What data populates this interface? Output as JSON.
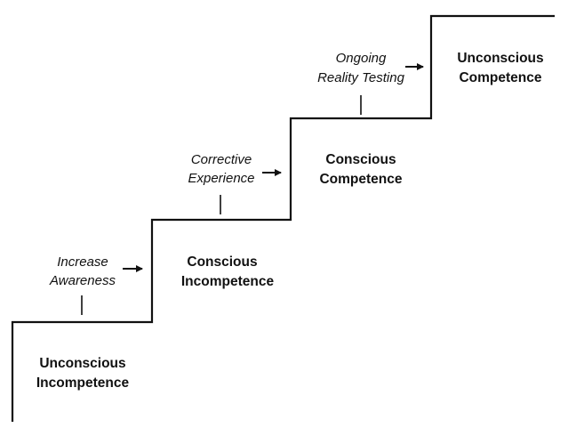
{
  "colors": {
    "line": "#111111",
    "text": "#111111",
    "background": "#ffffff"
  },
  "stages": [
    {
      "line1": "Unconscious",
      "line2": "Incompetence"
    },
    {
      "line1": "Conscious",
      "line2": "Incompetence"
    },
    {
      "line1": "Conscious",
      "line2": "Competence"
    },
    {
      "line1": "Unconscious",
      "line2": "Competence"
    }
  ],
  "transitions": [
    {
      "line1": "Increase",
      "line2": "Awareness",
      "arrow_icon": "right-arrow-icon"
    },
    {
      "line1": "Corrective",
      "line2": "Experience",
      "arrow_icon": "right-arrow-icon"
    },
    {
      "line1": "Ongoing",
      "line2": "Reality Testing",
      "arrow_icon": "right-arrow-icon"
    }
  ]
}
